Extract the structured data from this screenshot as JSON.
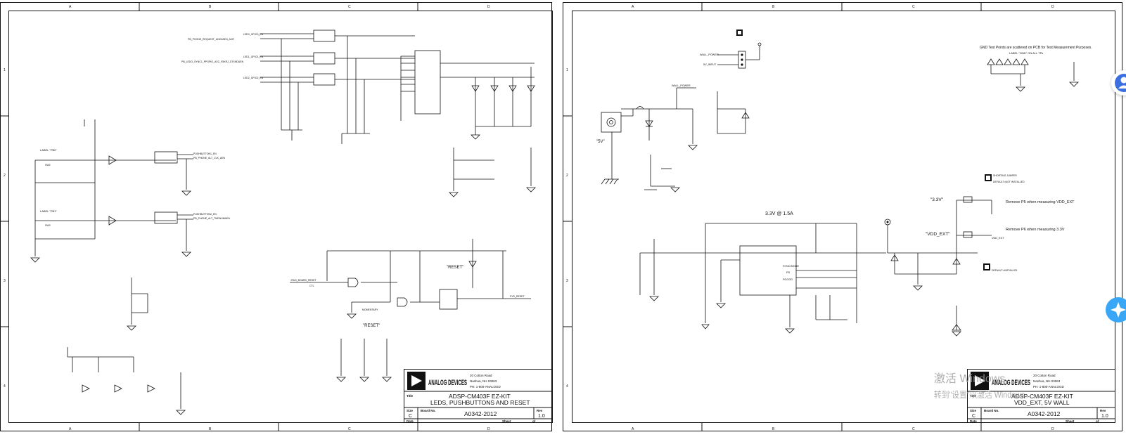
{
  "sheet_left": {
    "col_labels": [
      "A",
      "B",
      "C",
      "D"
    ],
    "row_labels": [
      "1",
      "2",
      "3",
      "4"
    ],
    "labels": {
      "pb0": "LABEL \"PB0\"",
      "pb1": "LABEL \"PB1\"",
      "sw2": "SW2",
      "sw3": "SW3",
      "momentary": "MOMENTARY",
      "reset_led": "\"RESET\"",
      "reset_sw": "\"RESET\"",
      "led_gpio_0": "LED0_GPIO0_EN",
      "led_gpio_1": "LED1_GPIO1_EN",
      "led_gpio_2": "LED2_GPIO2_EN",
      "pb_ctl0": "PB_LEDO_SYNC1_PPGPIO_AXC_F8XRJ_DTXNDAEN",
      "pb_ctl1": "PB_PHONE_REQUEST_ANO2AEN_ACR",
      "pb0_net": "PUSHBUTTON1_EN",
      "pb1_net": "PUSHBUTTON2_EN",
      "pb0_net2": "PB_PHONE_ALT_CLK_AEN",
      "pb1_net2": "PB_PHONE_ALT_TMRNUMAEN",
      "sys_reset": "SYS_RESET",
      "ctl_net": "CTL",
      "jtag_reset": "JTAG_BOARD_RESET",
      "vendor": "ANALOG DEVICES",
      "address_1": "20 Cotton Road",
      "address_2": "Nashua, NH 03063",
      "phone": "PH: 1-800-ANALOGD"
    },
    "title_block": {
      "title_label": "Title",
      "title_1": "ADSP-CM403F EZ-KIT",
      "title_2": "LEDS, PUSHBUTTONS AND RESET",
      "size_label": "Size",
      "size": "C",
      "board_label": "Board No.",
      "board": "A0342-2012",
      "rev_label": "Rev",
      "rev": "1.0",
      "date_label": "Date",
      "sheet_label": "Sheet",
      "of_label": "of"
    }
  },
  "sheet_right": {
    "col_labels": [
      "A",
      "B",
      "C",
      "D"
    ],
    "row_labels": [
      "1",
      "2",
      "3",
      "4"
    ],
    "labels": {
      "wall_power": "WALL_POWER",
      "fiveV_input": "5V_INPUT",
      "fiveV": "\"5V\"",
      "current_rating": "3.3V @ 1.5A",
      "v33": "\"3.3V\"",
      "vdd_ext": "\"VDD_EXT\"",
      "vdd_ext_net": "VDD_EXT",
      "gnd_note": "GND Test Points are scattered on PCB for Test Measurement Purposes.",
      "gnd_label": "LABEL \"GND\" ON ALL TPs",
      "note_p5": "Remove P5 when measuring VDD_EXT",
      "note_p6": "Remove P6 when measuring 3.3V",
      "sync": "SYNC/MODE",
      "pgood": "PGOOD",
      "fb": "FB",
      "shorting_jumper": "SHORTING JUMPER",
      "default_installed": "DEFAULT=INSTALLED",
      "default_not_installed": "DEFAULT=NOT INSTALLED",
      "vendor": "ANALOG DEVICES",
      "address_1": "20 Cotton Road",
      "address_2": "Nashua, NH 03063",
      "phone": "PH: 1-800-ANALOGD",
      "watermark_1": "激活 Windows",
      "watermark_2": "转到\"设置\"以激活 Windows。"
    },
    "title_block": {
      "title_label": "Title",
      "title_1": "ADSP-CM403F EZ-KIT",
      "title_2": "VDD_EXT, 5V WALL",
      "size_label": "Size",
      "size": "C",
      "board_label": "Board No.",
      "board": "A0342-2012",
      "rev_label": "Rev",
      "rev": "1.0",
      "date_label": "Date",
      "sheet_label": "Sheet",
      "of_label": "of"
    }
  },
  "colors": {
    "background": "#ffffff",
    "ink": "#111111",
    "fab_primary": "#3b6fe0",
    "fab_secondary": "#39a7f5",
    "watermark": "#9a9a9a"
  },
  "icons": [
    "analog-devices-logo",
    "user-avatar-icon",
    "sparkle-icon"
  ]
}
